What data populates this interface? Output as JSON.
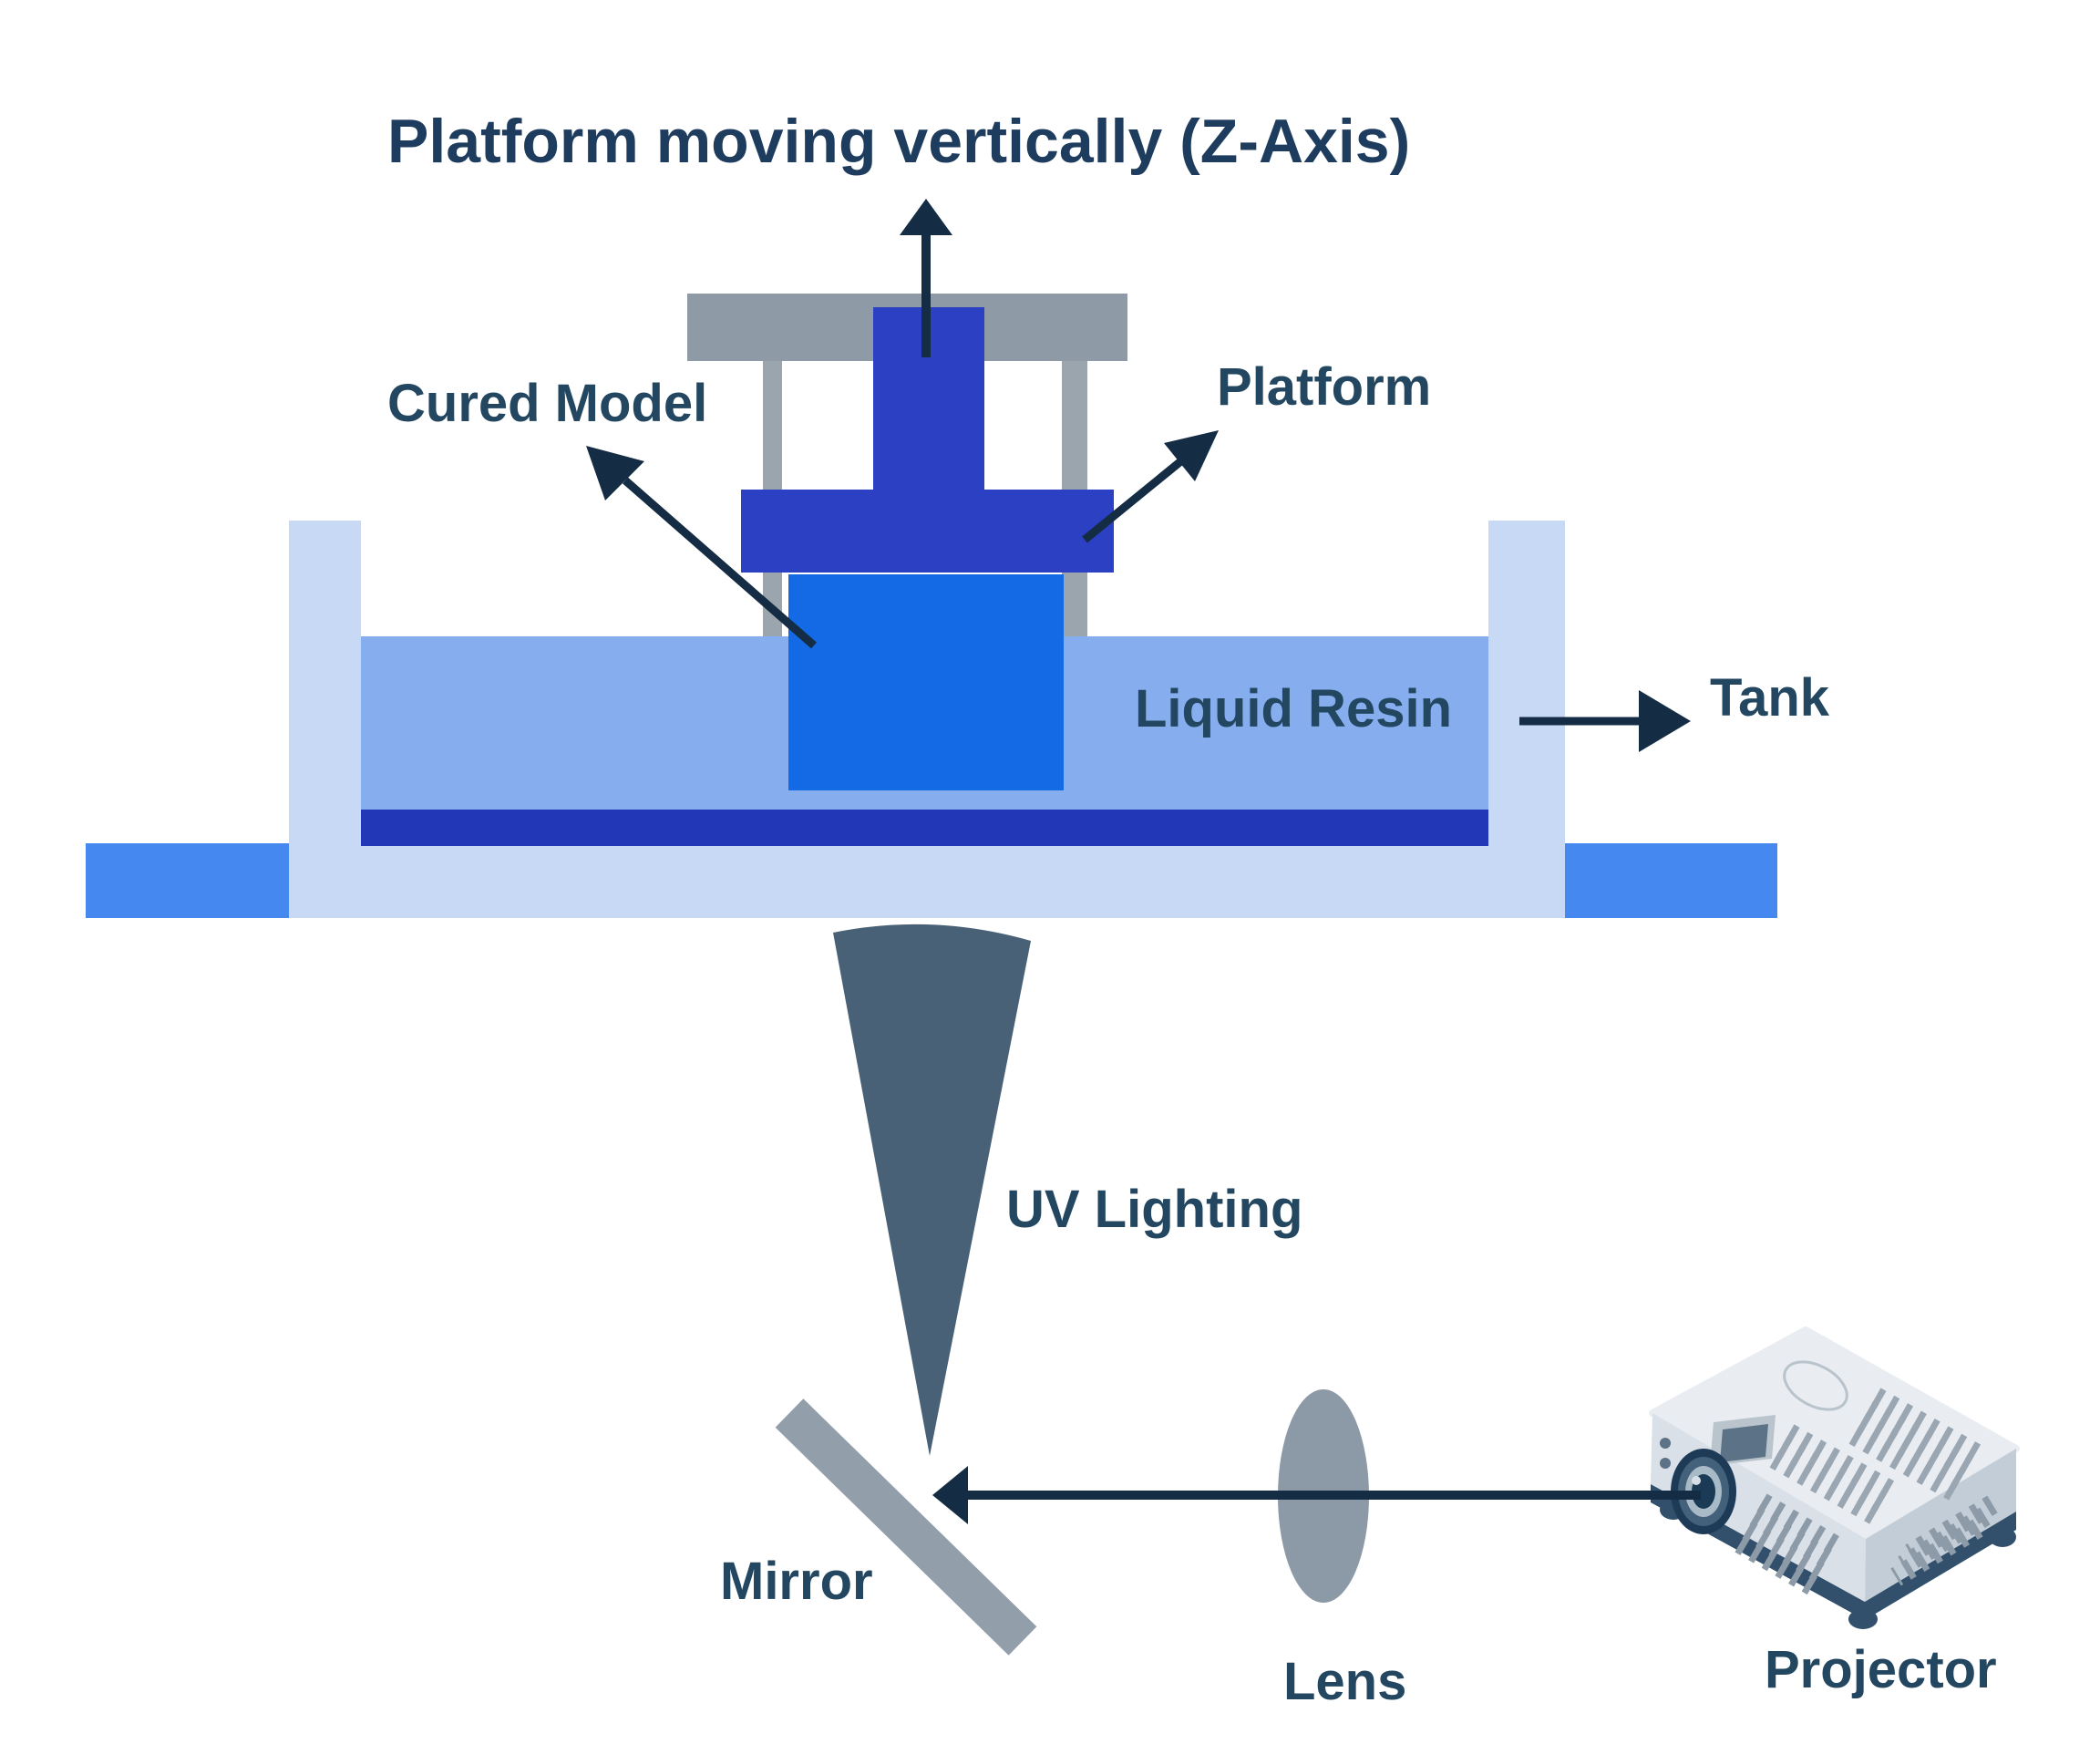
{
  "diagram": {
    "title": "Platform moving vertically (Z-Axis)",
    "labels": {
      "cured_model": "Cured Model",
      "platform": "Platform",
      "liquid_resin": "Liquid Resin",
      "tank": "Tank",
      "uv_lighting": "UV Lighting",
      "mirror": "Mirror",
      "lens": "Lens",
      "projector": "Projector"
    },
    "colors": {
      "title_text": "#1e3c5e",
      "label_text": "#234760",
      "arrow": "#142c44",
      "platform_royal_blue": "#2c40c4",
      "cured_model_blue": "#146ae4",
      "liquid_resin_blue": "#86adee",
      "cured_bottom_layer_blue": "#2137b8",
      "tank_pale_blue": "#c7d9f5",
      "base_blue": "#4588ef",
      "gantry_gray": "#8e9aa5",
      "uv_cone_slate": "#496177",
      "mirror_gray": "#929eaa",
      "lens_gray": "#8c99a7",
      "projector_body": "#e9edf2",
      "background": "#ffffff"
    },
    "shapes": [
      "z-axis-up-arrow-icon",
      "uv-cone-icon",
      "mirror-icon",
      "lens-icon",
      "projector-icon",
      "light-beam-arrow-icon"
    ]
  }
}
